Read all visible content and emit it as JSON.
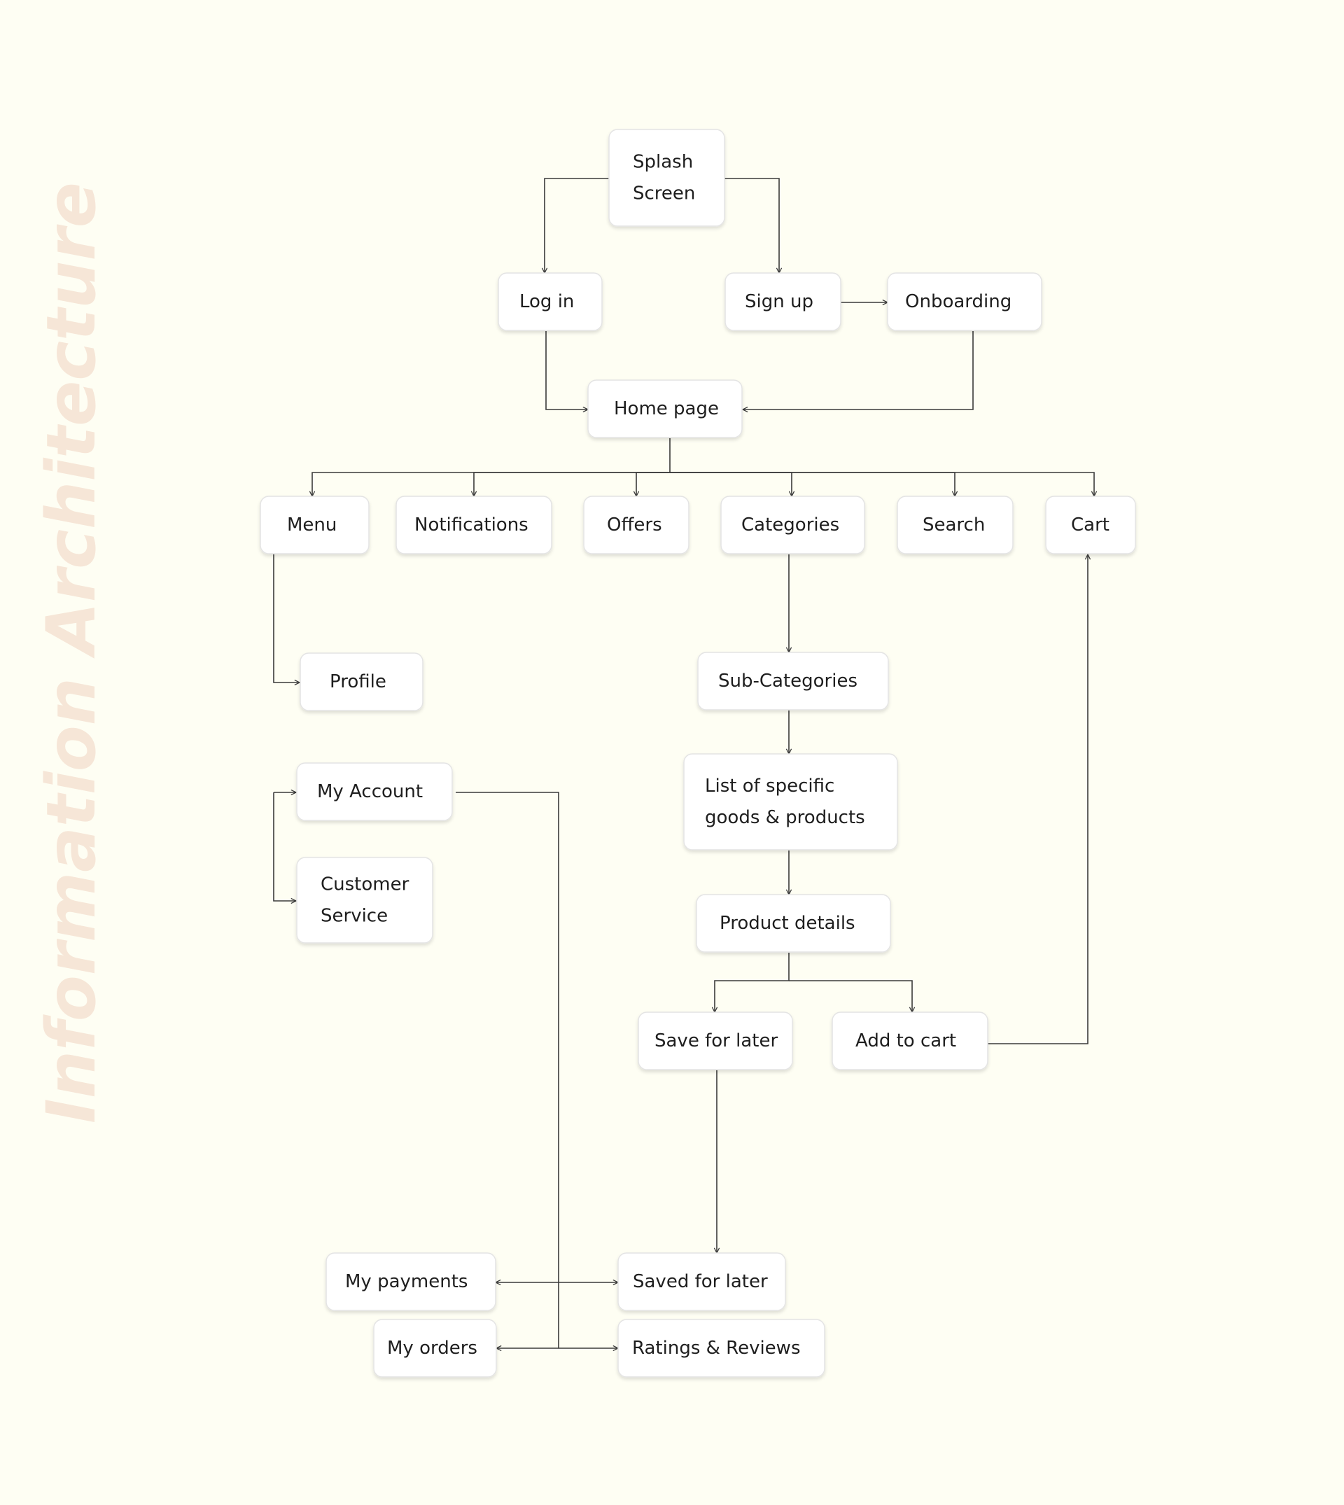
{
  "diagram": {
    "watermark": "Information Architecture",
    "colors": {
      "background": "#FEFEF3",
      "node_fill": "#FFFFFF",
      "node_border": "#E4E4E4",
      "line": "#3A3A3A",
      "watermark": "#F6E6D7"
    },
    "nodes": [
      {
        "id": "splash",
        "lines": [
          "Splash",
          "Screen"
        ]
      },
      {
        "id": "login",
        "lines": [
          "Log in"
        ]
      },
      {
        "id": "signup",
        "lines": [
          "Sign up"
        ]
      },
      {
        "id": "onboarding",
        "lines": [
          "Onboarding"
        ]
      },
      {
        "id": "home",
        "lines": [
          "Home page"
        ]
      },
      {
        "id": "menu",
        "lines": [
          "Menu"
        ]
      },
      {
        "id": "notifications",
        "lines": [
          "Notifications"
        ]
      },
      {
        "id": "offers",
        "lines": [
          "Offers"
        ]
      },
      {
        "id": "categories",
        "lines": [
          "Categories"
        ]
      },
      {
        "id": "search",
        "lines": [
          "Search"
        ]
      },
      {
        "id": "cart",
        "lines": [
          "Cart"
        ]
      },
      {
        "id": "profile",
        "lines": [
          "Profile"
        ]
      },
      {
        "id": "myaccount",
        "lines": [
          "My Account"
        ]
      },
      {
        "id": "customerservice",
        "lines": [
          "Customer",
          "Service"
        ]
      },
      {
        "id": "subcategories",
        "lines": [
          "Sub-Categories"
        ]
      },
      {
        "id": "listgoods",
        "lines": [
          "List of specific",
          "goods & products"
        ]
      },
      {
        "id": "productdetails",
        "lines": [
          "Product details"
        ]
      },
      {
        "id": "saveforlater",
        "lines": [
          "Save for later"
        ]
      },
      {
        "id": "addtocart",
        "lines": [
          "Add to cart"
        ]
      },
      {
        "id": "mypayments",
        "lines": [
          "My payments"
        ]
      },
      {
        "id": "myorders",
        "lines": [
          "My orders"
        ]
      },
      {
        "id": "savedforlater",
        "lines": [
          "Saved for later"
        ]
      },
      {
        "id": "ratings",
        "lines": [
          "Ratings & Reviews"
        ]
      }
    ],
    "edges": [
      {
        "from": "splash",
        "to": "login"
      },
      {
        "from": "splash",
        "to": "signup"
      },
      {
        "from": "signup",
        "to": "onboarding"
      },
      {
        "from": "login",
        "to": "home"
      },
      {
        "from": "onboarding",
        "to": "home"
      },
      {
        "from": "home",
        "to": "menu"
      },
      {
        "from": "home",
        "to": "notifications"
      },
      {
        "from": "home",
        "to": "offers"
      },
      {
        "from": "home",
        "to": "categories"
      },
      {
        "from": "home",
        "to": "search"
      },
      {
        "from": "home",
        "to": "cart"
      },
      {
        "from": "menu",
        "to": "profile"
      },
      {
        "from": "menu",
        "to": "myaccount"
      },
      {
        "from": "menu",
        "to": "customerservice"
      },
      {
        "from": "categories",
        "to": "subcategories"
      },
      {
        "from": "subcategories",
        "to": "listgoods"
      },
      {
        "from": "listgoods",
        "to": "productdetails"
      },
      {
        "from": "productdetails",
        "to": "saveforlater"
      },
      {
        "from": "productdetails",
        "to": "addtocart"
      },
      {
        "from": "addtocart",
        "to": "cart"
      },
      {
        "from": "saveforlater",
        "to": "savedforlater"
      },
      {
        "from": "myaccount",
        "to": "mypayments"
      },
      {
        "from": "myaccount",
        "to": "myorders"
      },
      {
        "from": "myaccount",
        "to": "savedforlater"
      },
      {
        "from": "myaccount",
        "to": "ratings"
      }
    ]
  }
}
